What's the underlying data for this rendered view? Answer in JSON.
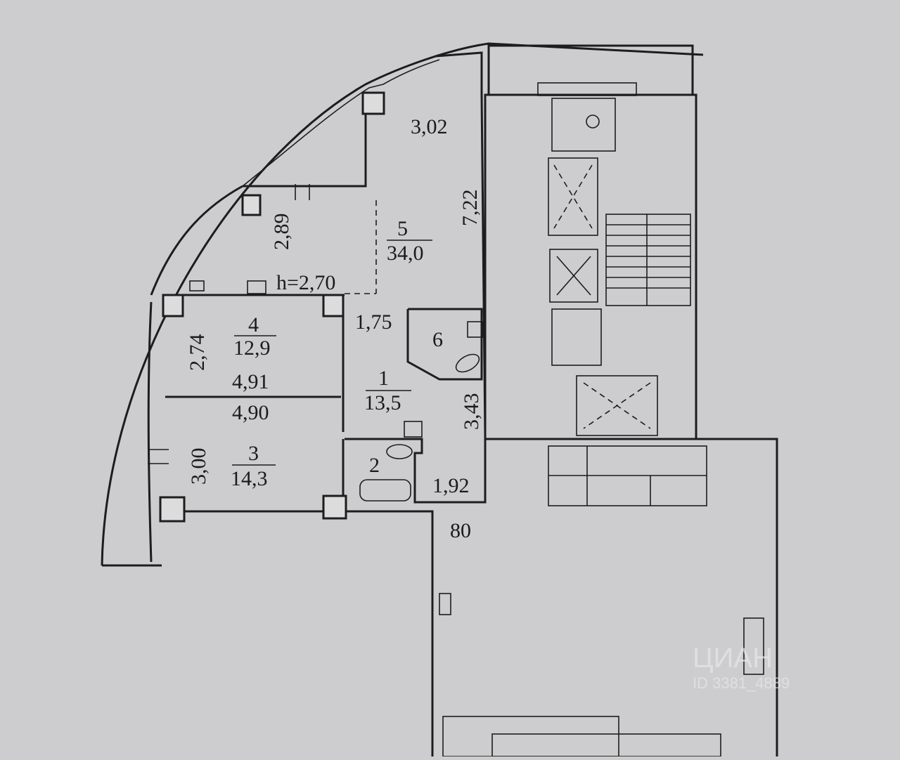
{
  "plan": {
    "ceiling_height": "h=2,70",
    "rooms": [
      {
        "number": "1",
        "area": "13,5"
      },
      {
        "number": "2",
        "area": ""
      },
      {
        "number": "3",
        "area": "14,3"
      },
      {
        "number": "4",
        "area": "12,9"
      },
      {
        "number": "5",
        "area": "34,0"
      },
      {
        "number": "6",
        "area": ""
      }
    ],
    "dimensions": {
      "balcony_width": "3,02",
      "room5_length": "7,22",
      "room5_width": "2,89",
      "hall_width": "1,75",
      "room4_depth": "2,74",
      "room4_width": "4,91",
      "room3_width": "4,90",
      "room3_depth": "3,00",
      "hall_length": "3,43",
      "corridor_width": "1,92",
      "door_width": "80"
    }
  },
  "watermark": {
    "brand": "ЦИАН",
    "id": "ID 3381_4889"
  },
  "colors": {
    "paper": "#cdcdcf",
    "ink": "#1d1d1d"
  }
}
